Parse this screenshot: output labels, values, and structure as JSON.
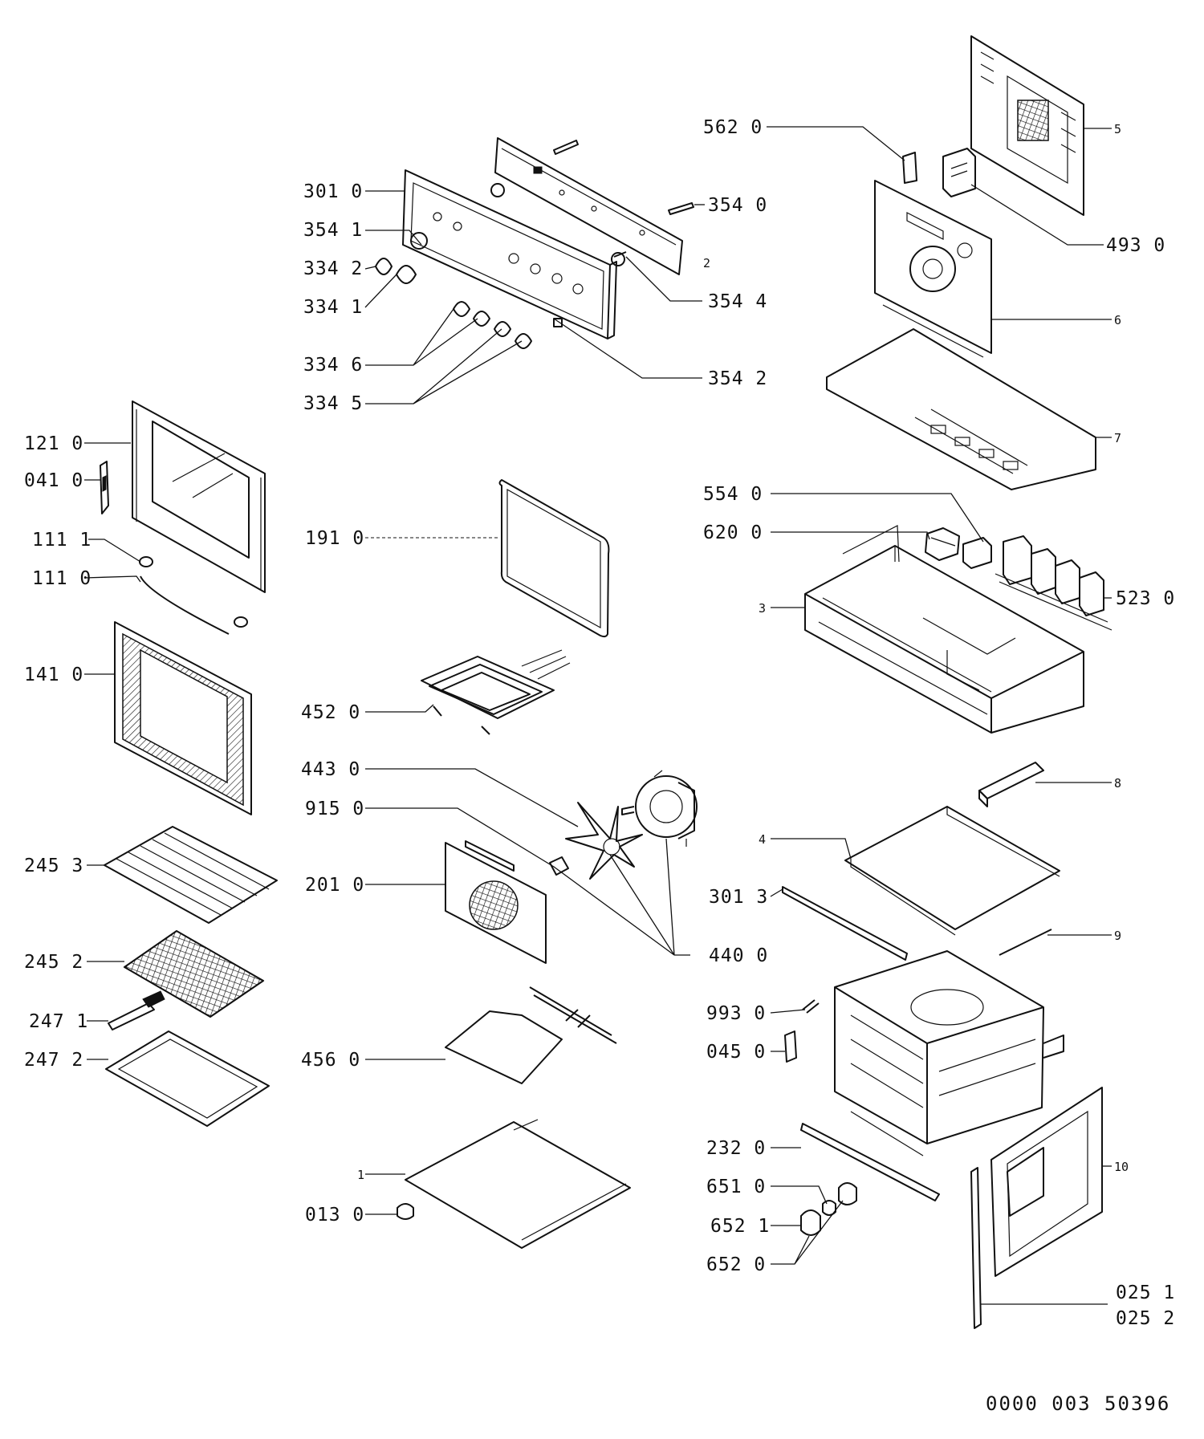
{
  "labels": {
    "l_301_0": "301  0",
    "l_354_1": "354  1",
    "l_334_2": "334  2",
    "l_334_1": "334  1",
    "l_334_6": "334  6",
    "l_334_5": "334  5",
    "l_354_0": "354  0",
    "l_354_4": "354  4",
    "l_354_2": "354  2",
    "l_562_0": "562  0",
    "l_493_0": "493  0",
    "l_121_0": "121  0",
    "l_041_0": "041  0",
    "l_111_1": "111  1",
    "l_111_0": "111  0",
    "l_141_0": "141  0",
    "l_191_0": "191  0",
    "l_452_0": "452  0",
    "l_443_0": "443  0",
    "l_915_0": "915  0",
    "l_201_0": "201  0",
    "l_440_0": "440  0",
    "l_245_3": "245  3",
    "l_245_2": "245  2",
    "l_247_1": "247  1",
    "l_247_2": "247  2",
    "l_456_0": "456  0",
    "l_013_0": "013  0",
    "l_554_0": "554  0",
    "l_620_0": "620  0",
    "l_523_0": "523  0",
    "l_301_3": "301  3",
    "l_993_0": "993  0",
    "l_045_0": "045  0",
    "l_232_0": "232  0",
    "l_651_0": "651  0",
    "l_652_1": "652  1",
    "l_652_0": "652  0",
    "l_025_1": "025  1",
    "l_025_2": "025  2"
  },
  "ref_numbers": {
    "r1": "1",
    "r2": "2",
    "r3": "3",
    "r4": "4",
    "r5": "5",
    "r6": "6",
    "r7": "7",
    "r8": "8",
    "r9": "9",
    "r10": "10"
  },
  "drawing_code": "0000 003 50396"
}
